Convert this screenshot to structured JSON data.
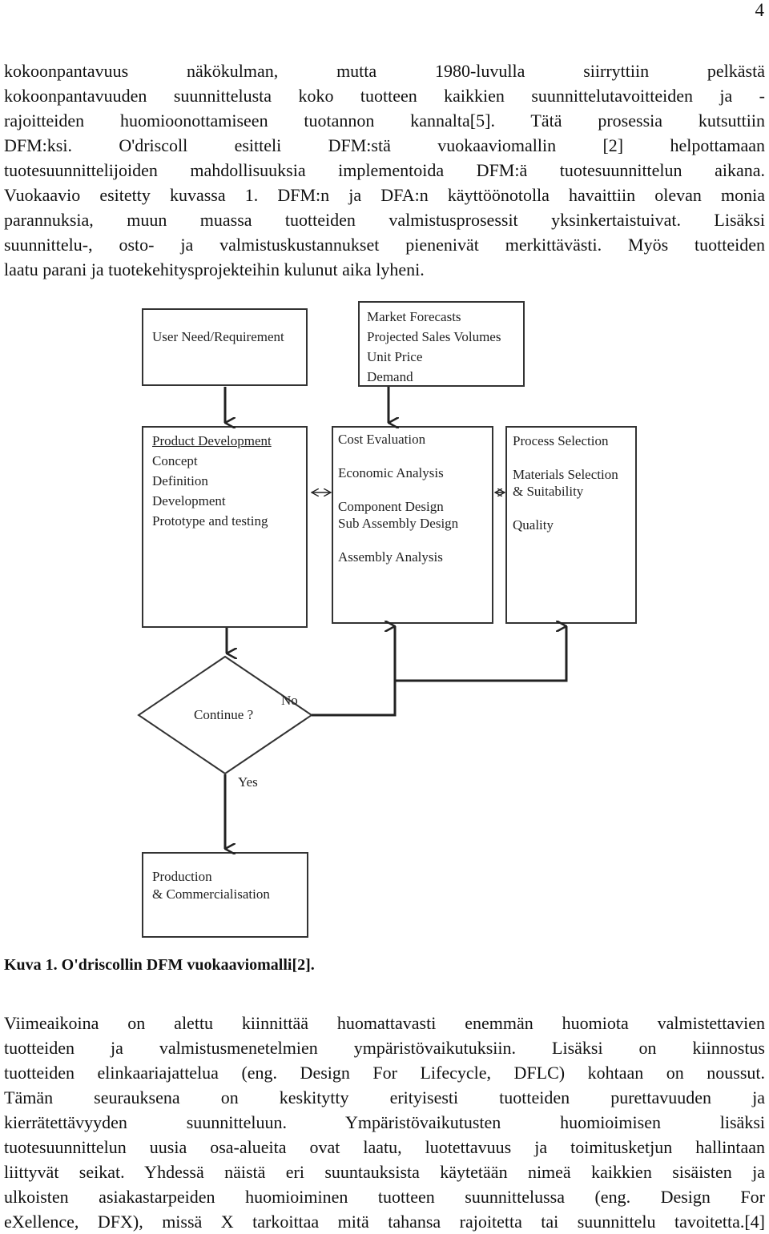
{
  "page_number": "4",
  "paragraph1": {
    "lines": [
      "kokoonpantavuus näkökulman, mutta 1980-luvulla siirryttiin pelkästä",
      "kokoonpantavuuden suunnittelusta koko tuotteen kaikkien suunnittelutavoitteiden ja -",
      "rajoitteiden huomioonottamiseen tuotannon kannalta[5]. Tätä prosessia kutsuttiin",
      "DFM:ksi. O'driscoll esitteli DFM:stä vuokaaviomallin [2] helpottamaan",
      "tuotesuunnittelijoiden mahdollisuuksia implementoida DFM:ä tuotesuunnittelun aikana.",
      "Vuokaavio esitetty kuvassa 1. DFM:n ja DFA:n käyttöönotolla havaittiin olevan monia",
      "parannuksia, muun muassa tuotteiden valmistusprosessit yksinkertaistuivat. Lisäksi",
      "suunnittelu-, osto- ja valmistuskustannukset pienenivät merkittävästi. Myös tuotteiden",
      "laatu parani ja tuotekehitysprojekteihin kulunut aika lyheni."
    ]
  },
  "diagram": {
    "user_need": "User Need/Requirement",
    "market": [
      "Market Forecasts",
      "Projected Sales Volumes",
      "Unit Price",
      "Demand"
    ],
    "product_dev": {
      "title": "Product Development",
      "items": [
        "Concept",
        "Definition",
        "Development",
        "Prototype and testing"
      ]
    },
    "cost_eval": {
      "title": "Cost Evaluation",
      "items": [
        "Economic Analysis",
        "Component Design",
        "Sub Assembly Design",
        "Assembly Analysis"
      ]
    },
    "process_sel": {
      "title": "Process Selection",
      "items": [
        "Materials Selection",
        "& Suitability",
        "Quality"
      ]
    },
    "decision": "Continue ?",
    "no_label": "No",
    "yes_label": "Yes",
    "production": [
      "Production",
      "& Commercialisation"
    ]
  },
  "caption": "Kuva 1. O'driscollin DFM vuokaaviomalli[2].",
  "paragraph2": {
    "lines": [
      "Viimeaikoina on alettu kiinnittää huomattavasti enemmän huomiota valmistettavien",
      "tuotteiden ja valmistusmenetelmien ympäristövaikutuksiin. Lisäksi on kiinnostus",
      "tuotteiden elinkaariajattelua (eng. Design For Lifecycle, DFLC) kohtaan on noussut.",
      "Tämän seurauksena on keskitytty erityisesti tuotteiden purettavuuden ja",
      "kierrätettävyyden suunnitteluun. Ympäristövaikutusten huomioimisen lisäksi",
      "tuotesuunnittelun uusia osa-alueita ovat laatu, luotettavuus ja toimitusketjun hallintaan",
      "liittyvät seikat. Yhdessä näistä eri suuntauksista käytetään nimeä kaikkien sisäisten ja",
      "ulkoisten asiakastarpeiden huomioiminen tuotteen suunnittelussa (eng. Design For",
      "eXellence, DFX), missä X tarkoittaa mitä tahansa rajoitetta tai suunnittelu tavoitetta.[4]"
    ]
  }
}
